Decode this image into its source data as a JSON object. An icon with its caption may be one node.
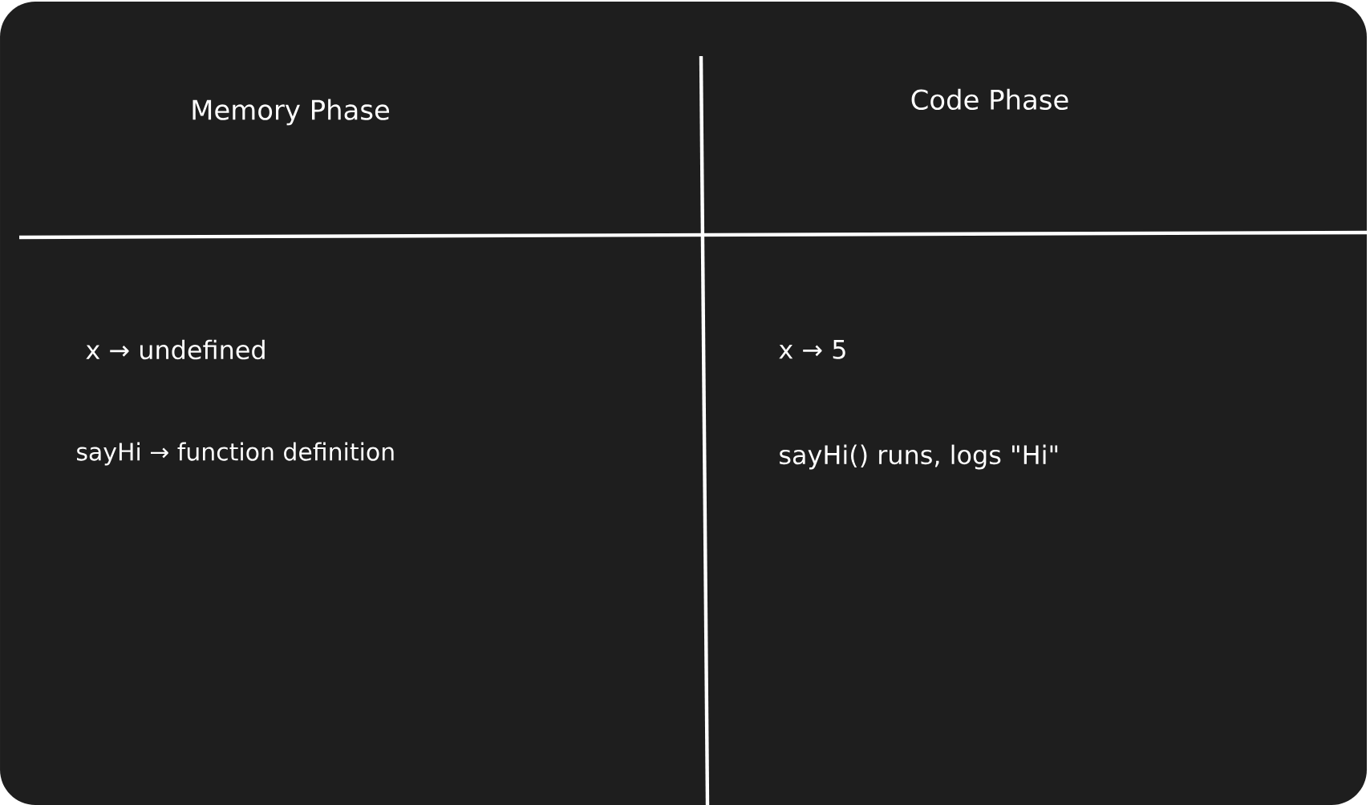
{
  "diagram": {
    "labels": [
      "Memory Phase",
      "Code Phase",
      "x → undefined",
      "x → 5",
      "sayHi → function definition",
      "sayHi() runs, logs \"Hi\""
    ]
  }
}
